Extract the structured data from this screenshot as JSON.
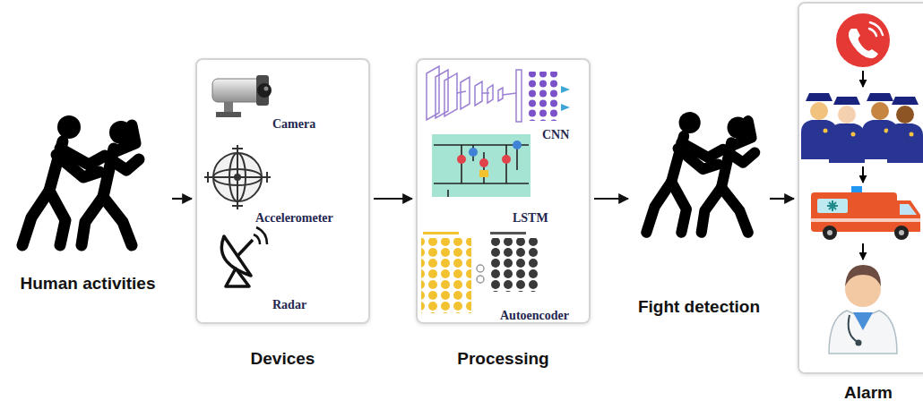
{
  "diagram": {
    "nodes": [
      {
        "text": [
          "Human activities"
        ]
      },
      {
        "text": [
          "Devices"
        ]
      },
      {
        "text": [
          "Camera"
        ],
        "in": 1
      },
      {
        "text": [
          "Accelerometer"
        ],
        "in": 1
      },
      {
        "text": [
          "Radar"
        ],
        "in": 1
      },
      {
        "text": [
          "Processing"
        ]
      },
      {
        "text": [
          "CNN"
        ],
        "in": 5
      },
      {
        "text": [
          "LSTM"
        ],
        "in": 5
      },
      {
        "text": [
          "Autoencoder"
        ],
        "in": 5
      },
      {
        "text": [
          "Fight detection"
        ]
      },
      {
        "text": [
          "Alarm"
        ]
      }
    ],
    "edges": [
      {
        "from": 0,
        "to": 1,
        "arrow": "to"
      },
      {
        "from": 1,
        "to": 5,
        "arrow": "to"
      },
      {
        "from": 5,
        "to": 9,
        "arrow": "to"
      },
      {
        "from": 9,
        "to": 10,
        "arrow": "to"
      }
    ]
  }
}
